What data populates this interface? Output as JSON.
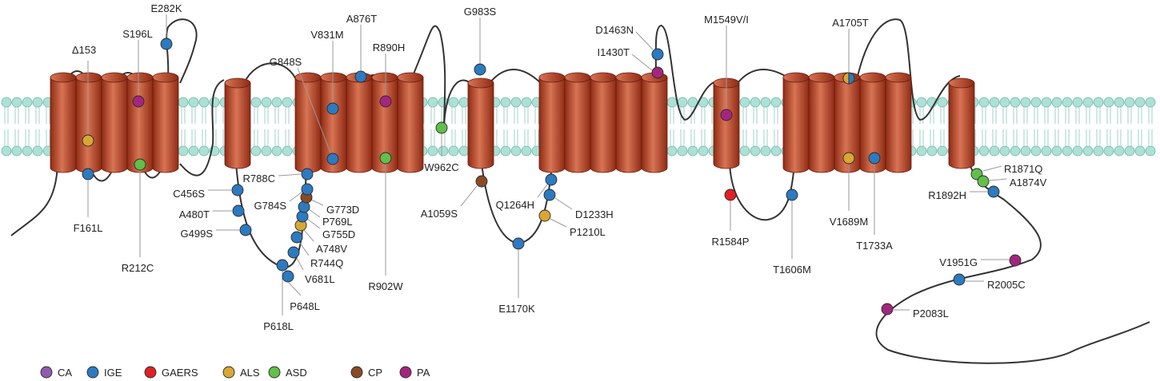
{
  "colors": {
    "CA": "#8e5bb0",
    "IGE": "#2c7ac0",
    "GAERS": "#e02026",
    "ALS": "#d9a733",
    "ASD": "#61bf4a",
    "CP": "#8b4a26",
    "PA": "#a3267e",
    "helix_dark": "#8e2b14",
    "helix_light": "#d87454",
    "membrane_head": "#aee0d6",
    "membrane_edge": "#6cb8aa",
    "membrane_tail": "#9fd3c9"
  },
  "legend": [
    {
      "key": "CA",
      "label": "CA"
    },
    {
      "key": "IGE",
      "label": "IGE"
    },
    {
      "key": "GAERS",
      "label": "GAERS"
    },
    {
      "key": "ALS",
      "label": "ALS"
    },
    {
      "key": "ASD",
      "label": "ASD"
    },
    {
      "key": "CP",
      "label": "CP"
    },
    {
      "key": "PA",
      "label": "PA"
    }
  ],
  "variants": [
    {
      "label": "Δ153",
      "type": "ALS"
    },
    {
      "label": "S196L",
      "type": "PA"
    },
    {
      "label": "E282K",
      "type": "IGE"
    },
    {
      "label": "F161L",
      "type": "IGE"
    },
    {
      "label": "R212C",
      "type": "ASD"
    },
    {
      "label": "C456S",
      "type": "IGE"
    },
    {
      "label": "A480T",
      "type": "IGE"
    },
    {
      "label": "G499S",
      "type": "IGE"
    },
    {
      "label": "P618L",
      "type": "IGE"
    },
    {
      "label": "P648L",
      "type": "IGE"
    },
    {
      "label": "V681L",
      "type": "IGE"
    },
    {
      "label": "R744Q",
      "type": "IGE"
    },
    {
      "label": "A748V",
      "type": "ALS"
    },
    {
      "label": "G755D",
      "type": "IGE"
    },
    {
      "label": "P769L",
      "type": "IGE"
    },
    {
      "label": "G773D",
      "type": "CP"
    },
    {
      "label": "G784S",
      "type": "IGE"
    },
    {
      "label": "R788C",
      "type": "IGE"
    },
    {
      "label": "V831M",
      "type": "IGE"
    },
    {
      "label": "G848S",
      "type": "IGE"
    },
    {
      "label": "A876T",
      "type": "IGE"
    },
    {
      "label": "R890H",
      "type": "PA"
    },
    {
      "label": "R902W",
      "type": "ASD"
    },
    {
      "label": "W962C",
      "type": "ASD"
    },
    {
      "label": "G983S",
      "type": "IGE"
    },
    {
      "label": "A1059S",
      "type": "CP"
    },
    {
      "label": "E1170K",
      "type": "IGE"
    },
    {
      "label": "P1210L",
      "type": "ALS"
    },
    {
      "label": "D1233H",
      "type": "IGE"
    },
    {
      "label": "Q1264H",
      "type": "IGE"
    },
    {
      "label": "I1430T",
      "type": "PA"
    },
    {
      "label": "D1463N",
      "type": "IGE"
    },
    {
      "label": "M1549V/I",
      "type": "PA"
    },
    {
      "label": "R1584P",
      "type": "GAERS"
    },
    {
      "label": "T1606M",
      "type": "IGE"
    },
    {
      "label": "V1689M",
      "type": "ALS"
    },
    {
      "label": "A1705T",
      "type": "ALS_IGE"
    },
    {
      "label": "T1733A",
      "type": "IGE"
    },
    {
      "label": "R1871Q",
      "type": "ASD"
    },
    {
      "label": "A1874V",
      "type": "ASD"
    },
    {
      "label": "R1892H",
      "type": "IGE"
    },
    {
      "label": "V1951G",
      "type": "PA"
    },
    {
      "label": "R2005C",
      "type": "IGE"
    },
    {
      "label": "P2083L",
      "type": "PA"
    }
  ]
}
